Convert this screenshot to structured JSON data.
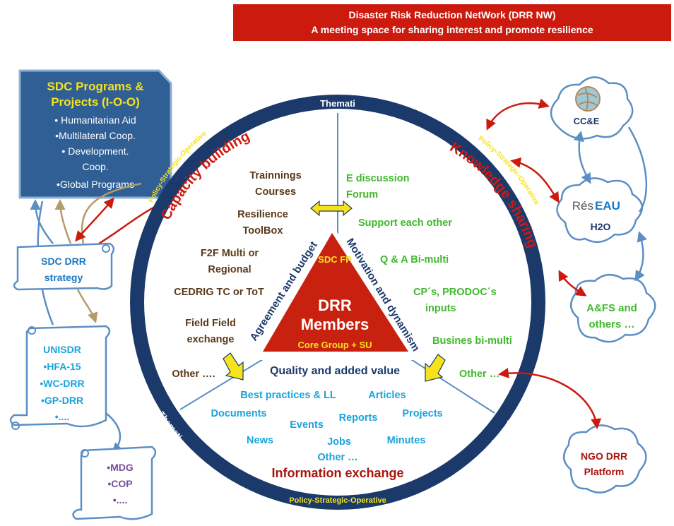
{
  "header": {
    "line1": "Disaster Risk Reduction NetWork (DRR NW)",
    "line2": "A meeting space for  sharing interest and promote resilience",
    "bg_color": "#cc1a0e"
  },
  "sdc_box": {
    "title1": "SDC Programs &",
    "title2": "Projects (I-O-O)",
    "items": [
      "• Humanitarian Aid",
      "•Multilateral Coop.",
      "• Development.",
      "Coop.",
      "•Global Programs"
    ]
  },
  "scroll_strategy": {
    "line1": "SDC DRR",
    "line2": "strategy"
  },
  "scroll_unisdr": {
    "items": [
      "UNISDR",
      "•HFA-15",
      "•WC-DRR",
      "•GP-DRR",
      "•...."
    ]
  },
  "scroll_mdg": {
    "items": [
      "•MDG",
      "•COP",
      "•...."
    ]
  },
  "ring": {
    "top": "Themati",
    "left_bottom": "Themati",
    "right_bottom": "Themati",
    "bottom": "Policy-Strategic-Operative",
    "upper_left": "Policy-Strategic-Operative",
    "upper_right": "Policy-Strategic-Operative",
    "color": "#1b3a6b"
  },
  "sectors": {
    "capacity_building": "Capacity building",
    "knowledge_sharing": "Knowledge sharing",
    "information_exchange": "Information exchange"
  },
  "capacity_items": [
    "Trainnings",
    "Courses",
    "Resilience",
    "ToolBox",
    "F2F Multi or",
    "Regional",
    "CEDRIG TC or ToT",
    "Field Field",
    "exchange",
    "Other …."
  ],
  "knowledge_items": [
    "E discussion",
    "Forum",
    "Support each other",
    "Q & A Bi-multi",
    "CP´s, PRODOC´s",
    "inputs",
    "Busines bi-multi",
    "Other  …"
  ],
  "info_items": [
    "Best practices & LL",
    "Articles",
    "Documents",
    "Reports",
    "Projects",
    "Events",
    "News",
    "Jobs",
    "Minutes",
    "Other …"
  ],
  "triangle": {
    "sdc_fp": "SDC FP",
    "drr": "DRR",
    "members": "Members",
    "core": "Core Group + SU",
    "left_side": "Agreement and budget",
    "right_side": "Motivation and dynamism",
    "bottom_side": "Quality and added value",
    "fill": "#c8210f"
  },
  "clouds": {
    "cce": "CC&E",
    "reseau_res": "Rés",
    "reseau_eau": "EAU",
    "h2o": "H2O",
    "afs1": "A&FS and",
    "afs2": "others …",
    "ngo1": "NGO DRR",
    "ngo2": "Platform"
  },
  "colors": {
    "dark_blue": "#1b3a6b",
    "red": "#cc1a0e",
    "green": "#3fb82b",
    "cyan": "#1aa3dc",
    "brown": "#5a3a1a",
    "purple": "#7a4d9a",
    "gold": "#f7e31a",
    "sdc_box": "#2f5f94"
  }
}
